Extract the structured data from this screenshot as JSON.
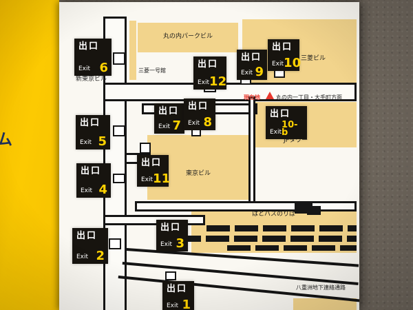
{
  "scene": {
    "left_panel_partial_text": "ム"
  },
  "map": {
    "exit_word_jp": "出口",
    "exit_word_en": "Exit",
    "exits": [
      "6",
      "12",
      "9",
      "10",
      "5",
      "7",
      "8",
      "10-b",
      "4",
      "11",
      "3",
      "2",
      "1"
    ],
    "buildings": {
      "marunouchi_park": "丸の内パークビル",
      "mitsubishi": "三菱ビル",
      "shin_tokyo": "新東京ビル",
      "mitsubishi_ichigokan": "三菱一号館",
      "jp_tower": "JPタワー",
      "tokyo_building": "東京ビル",
      "hato_bus": "はとバスのりば",
      "yaesu_passage": "八重洲地下連絡通路"
    },
    "markers": {
      "current_location": "現在地",
      "direction": "丸の内一丁目・大手町方面"
    },
    "colors": {
      "sign_bg": "#17140f",
      "sign_number_yellow": "#ffd200",
      "building_fill": "#f2d48c",
      "frame_yellow": "#f9c801",
      "current_location_red": "#e8382d",
      "paper": "#faf8f2"
    }
  }
}
